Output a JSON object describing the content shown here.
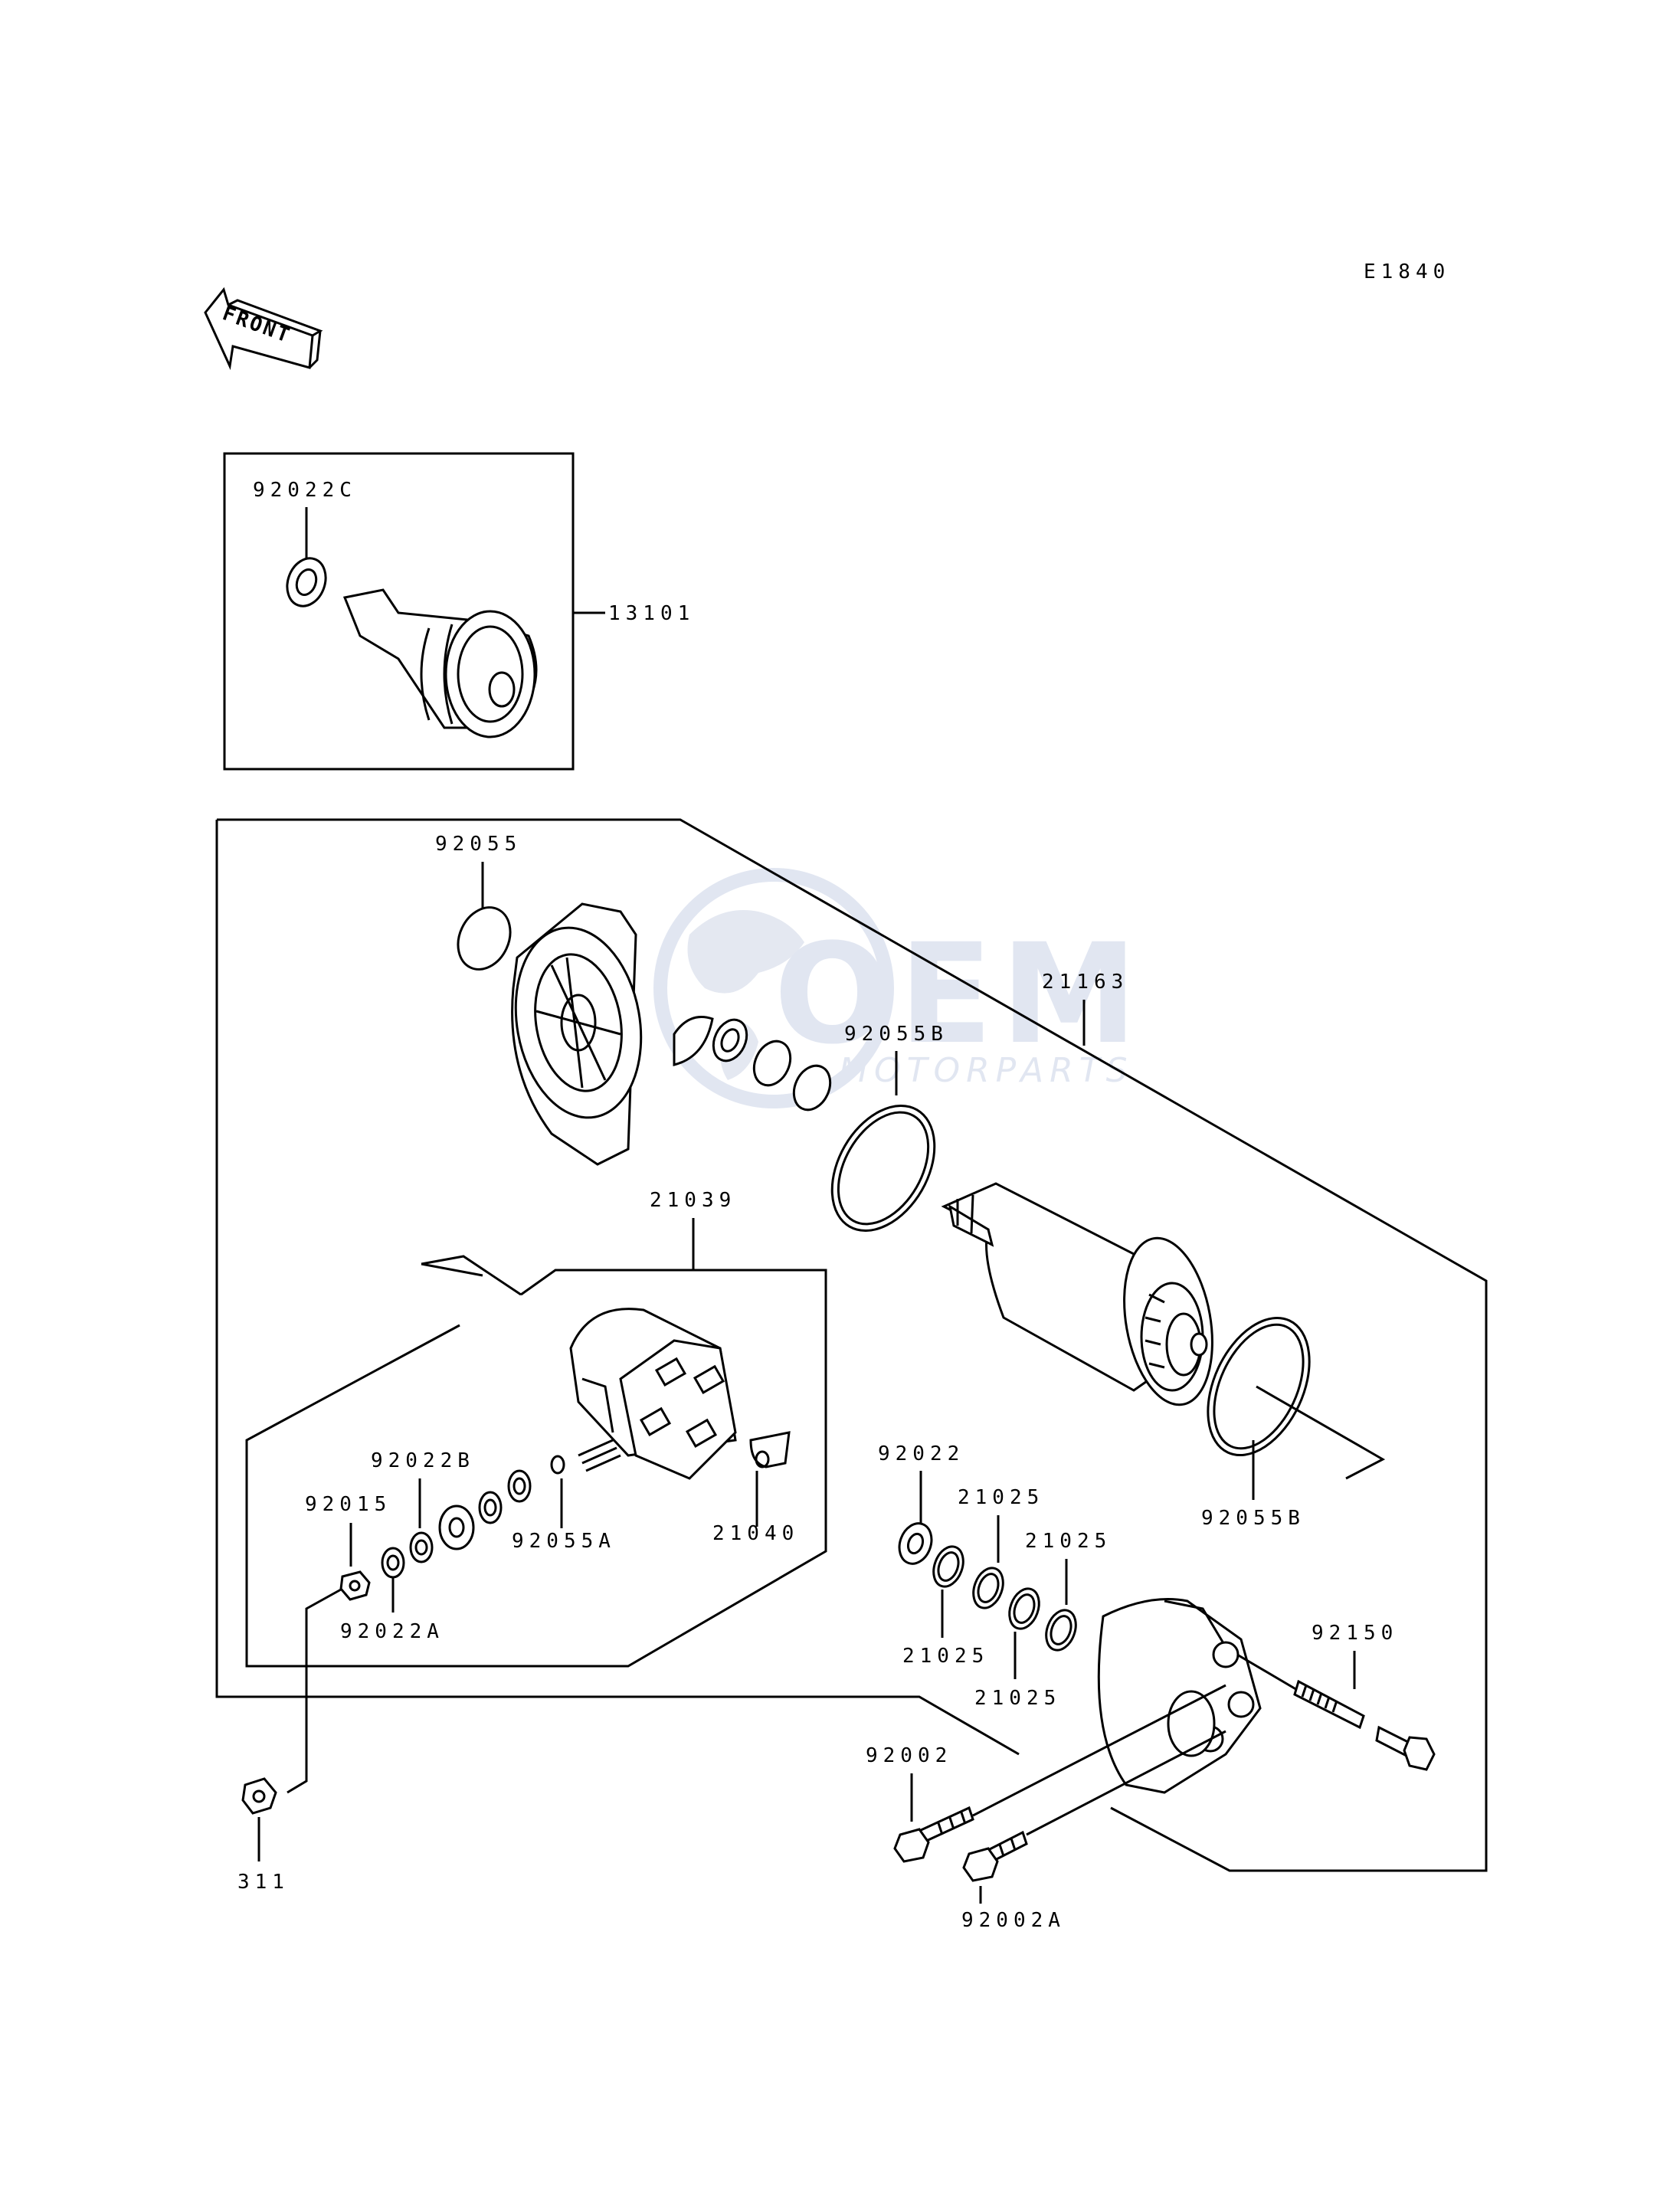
{
  "diagram_code": "E1840",
  "front_label": "FRONT",
  "watermark": {
    "brand": "OEM",
    "sub": "MOTORPARTS",
    "color": "#c9d2e6"
  },
  "labels": {
    "l92022C": "92022C",
    "l13101": "13101",
    "l92055": "92055",
    "l21163": "21163",
    "l92055B_top": "92055B",
    "l21039": "21039",
    "l92022B": "92022B",
    "l92015": "92015",
    "l92055A": "92055A",
    "l21040": "21040",
    "l92022A": "92022A",
    "l311": "311",
    "l92022": "92022",
    "l21025_a": "21025",
    "l21025_b": "21025",
    "l21025_c": "21025",
    "l21025_d": "21025",
    "l92055B_bottom": "92055B",
    "l92150": "92150",
    "l92002": "92002",
    "l92002A": "92002A"
  }
}
